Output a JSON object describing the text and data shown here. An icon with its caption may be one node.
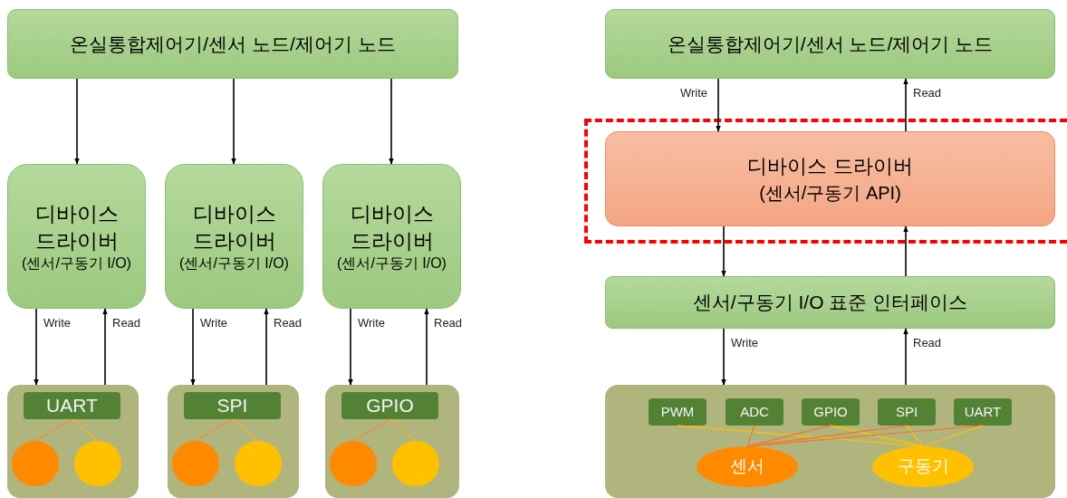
{
  "diagram": {
    "nodes": [
      {
        "text": [
          "온실통합제어기/센서 노드/제어기 노드"
        ]
      },
      {
        "text": [
          "디바이스 드라이버",
          "(센서/구동기 I/O)"
        ]
      },
      {
        "text": [
          "디바이스 드라이버",
          "(센서/구동기 I/O)"
        ]
      },
      {
        "text": [
          "디바이스 드라이버",
          "(센서/구동기 I/O)"
        ]
      },
      {
        "text": [],
        "shape": "box"
      },
      {
        "text": [
          "UART"
        ],
        "in": 4
      },
      {
        "text": [],
        "shape": "circle",
        "in": 4
      },
      {
        "text": [],
        "shape": "circle",
        "in": 4
      },
      {
        "text": [],
        "shape": "box"
      },
      {
        "text": [
          "SPI"
        ],
        "in": 8
      },
      {
        "text": [],
        "shape": "circle",
        "in": 8
      },
      {
        "text": [],
        "shape": "circle",
        "in": 8
      },
      {
        "text": [],
        "shape": "box"
      },
      {
        "text": [
          "GPIO"
        ],
        "in": 12
      },
      {
        "text": [],
        "shape": "circle",
        "in": 12
      },
      {
        "text": [],
        "shape": "circle",
        "in": 12
      },
      {
        "text": [
          "온실통합제어기/센서 노드/제어기 노드"
        ]
      },
      {
        "text": [],
        "shape": "box"
      },
      {
        "text": [
          "디바이스 드라이버",
          "(센서/구동기 API)"
        ],
        "in": 17
      },
      {
        "text": [
          "센서/구동기 I/O 표준 인터페이스"
        ]
      },
      {
        "text": [],
        "shape": "box"
      },
      {
        "text": [
          "PWM"
        ],
        "in": 20
      },
      {
        "text": [
          "ADC"
        ],
        "in": 20
      },
      {
        "text": [
          "GPIO"
        ],
        "in": 20
      },
      {
        "text": [
          "SPI"
        ],
        "in": 20
      },
      {
        "text": [
          "UART"
        ],
        "in": 20
      },
      {
        "text": [
          "센서"
        ],
        "in": 20
      },
      {
        "text": [
          "구동기"
        ],
        "in": 20
      }
    ],
    "edges": [
      {
        "from": 0,
        "to": 1,
        "arrow": "to"
      },
      {
        "from": 0,
        "to": 2,
        "arrow": "to"
      },
      {
        "from": 0,
        "to": 3,
        "arrow": "to"
      },
      {
        "from": 1,
        "to": 4,
        "arrow": "to",
        "label": "Write"
      },
      {
        "from": 4,
        "to": 1,
        "arrow": "to",
        "label": "Read"
      },
      {
        "from": 2,
        "to": 8,
        "arrow": "to",
        "label": "Write"
      },
      {
        "from": 8,
        "to": 2,
        "arrow": "to",
        "label": "Read"
      },
      {
        "from": 3,
        "to": 12,
        "arrow": "to",
        "label": "Write"
      },
      {
        "from": 12,
        "to": 3,
        "arrow": "to",
        "label": "Read"
      },
      {
        "from": 5,
        "to": 6,
        "arrow": "none",
        "color": "#e8923a"
      },
      {
        "from": 5,
        "to": 7,
        "arrow": "none",
        "color": "#f2b134"
      },
      {
        "from": 9,
        "to": 10,
        "arrow": "none",
        "color": "#e8923a"
      },
      {
        "from": 9,
        "to": 11,
        "arrow": "none",
        "color": "#f2b134"
      },
      {
        "from": 13,
        "to": 14,
        "arrow": "none",
        "color": "#e8923a"
      },
      {
        "from": 13,
        "to": 15,
        "arrow": "none",
        "color": "#f2b134"
      },
      {
        "from": 16,
        "to": 18,
        "arrow": "to",
        "label": "Write"
      },
      {
        "from": 18,
        "to": 16,
        "arrow": "to",
        "label": "Read"
      },
      {
        "from": 18,
        "to": 19,
        "arrow": "to"
      },
      {
        "from": 19,
        "to": 18,
        "arrow": "to"
      },
      {
        "from": 19,
        "to": 20,
        "arrow": "to",
        "label": "Write"
      },
      {
        "from": 20,
        "to": 19,
        "arrow": "to",
        "label": "Read"
      },
      {
        "from": 21,
        "to": 27,
        "arrow": "none",
        "color": "#ffc000"
      },
      {
        "from": 22,
        "to": 26,
        "arrow": "none",
        "color": "#ed7d31"
      },
      {
        "from": 23,
        "to": 26,
        "arrow": "none",
        "color": "#ed7d31"
      },
      {
        "from": 23,
        "to": 27,
        "arrow": "none",
        "color": "#ffc000"
      },
      {
        "from": 24,
        "to": 26,
        "arrow": "none",
        "color": "#ed7d31"
      },
      {
        "from": 24,
        "to": 27,
        "arrow": "none",
        "color": "#ffc000"
      },
      {
        "from": 25,
        "to": 26,
        "arrow": "none",
        "color": "#ed7d31"
      },
      {
        "from": 25,
        "to": 27,
        "arrow": "none",
        "color": "#ffc000"
      }
    ]
  }
}
